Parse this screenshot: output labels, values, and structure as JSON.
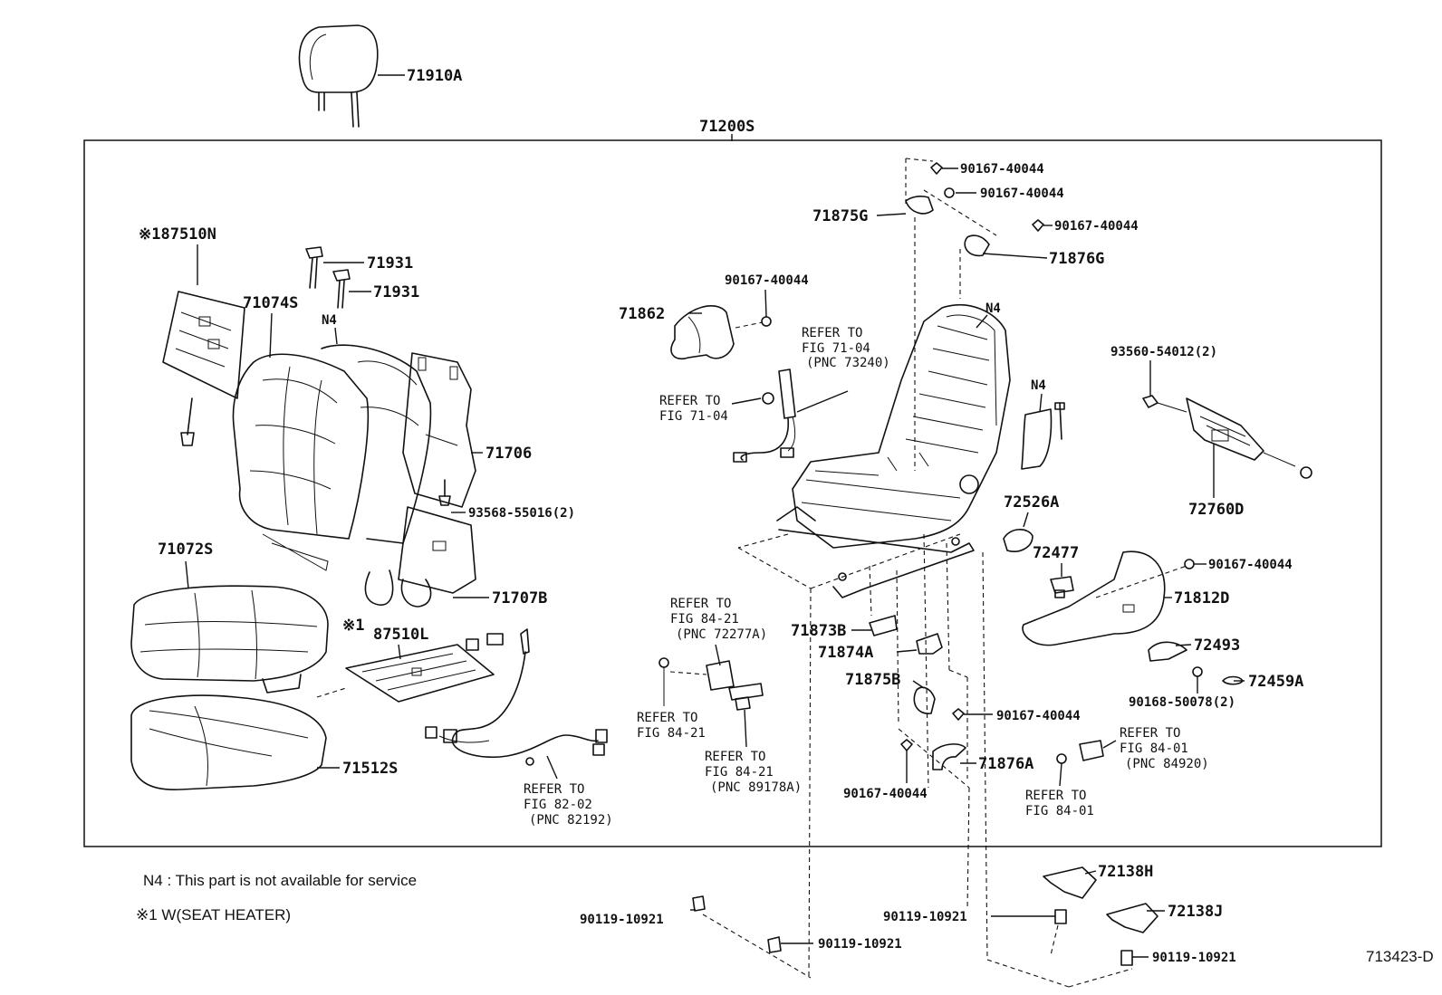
{
  "diagram_id": "713423-D",
  "assembly_label": "71200S",
  "parts": {
    "p71910A": "71910A",
    "p87510N": "※187510N",
    "p71931a": "71931",
    "p71931b": "71931",
    "p71074S": "71074S",
    "n4_a": "N4",
    "p71706": "71706",
    "p93568": "93568-55016(2)",
    "p71072S": "71072S",
    "p71707B": "71707B",
    "mark_87510L": "※1",
    "p87510L": "87510L",
    "p71512S": "71512S",
    "b90167_top1": "90167-40044",
    "b90167_top2": "90167-40044",
    "b90167_top3": "90167-40044",
    "p71875G": "71875G",
    "p71876G": "71876G",
    "b90167_71862": "90167-40044",
    "p71862": "71862",
    "n4_b": "N4",
    "n4_c": "N4",
    "p93560": "93560-54012(2)",
    "p72760D": "72760D",
    "p72526A": "72526A",
    "p72477": "72477",
    "b90167_72477": "90167-40044",
    "p71812D": "71812D",
    "p72493": "72493",
    "p72459A": "72459A",
    "b90168": "90168-50078(2)",
    "p71873B": "71873B",
    "p71874A": "71874A",
    "p71875B": "71875B",
    "b90167_71875B": "90167-40044",
    "p71876A": "71876A",
    "b90167_bot": "90167-40044",
    "p72138H": "72138H",
    "p72138J": "72138J",
    "b90119_a": "90119-10921",
    "b90119_b": "90119-10921",
    "b90119_c": "90119-10921",
    "b90119_d": "90119-10921"
  },
  "refs": {
    "r7104a": [
      "REFER TO",
      "FIG 71-04",
      "(PNC 73240)"
    ],
    "r7104b": [
      "REFER TO",
      "FIG 71-04"
    ],
    "r8421a": [
      "REFER TO",
      "FIG 84-21",
      "(PNC 72277A)"
    ],
    "r8421b": [
      "REFER TO",
      "FIG 84-21"
    ],
    "r8421c": [
      "REFER TO",
      "FIG 84-21",
      "(PNC 89178A)"
    ],
    "r8202": [
      "REFER TO",
      "FIG 82-02",
      "(PNC 82192)"
    ],
    "r8401a": [
      "REFER TO",
      "FIG 84-01",
      "(PNC 84920)"
    ],
    "r8401b": [
      "REFER TO",
      "FIG 84-01"
    ]
  },
  "notes": {
    "n4": "N4 :  This part is not available for service",
    "seat_heater": "※1   W(SEAT    HEATER)"
  }
}
